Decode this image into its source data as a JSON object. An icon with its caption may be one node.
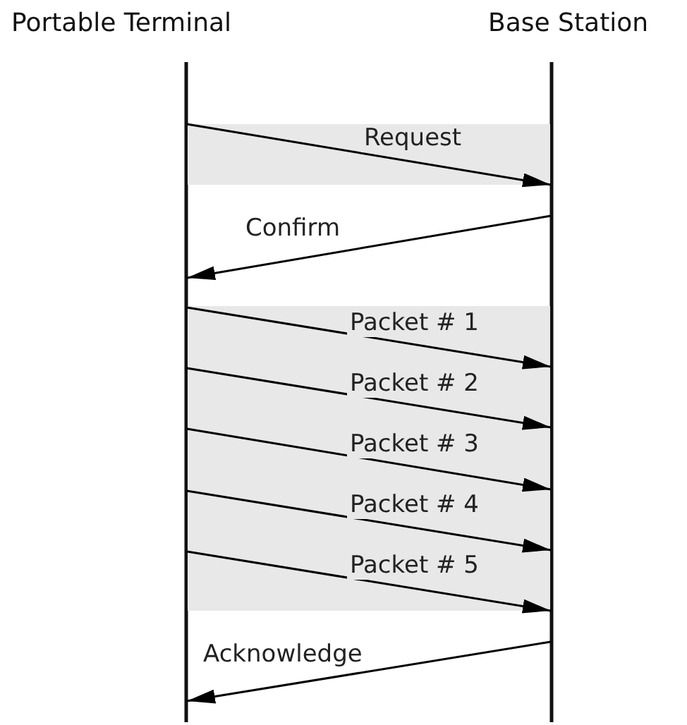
{
  "diagram": {
    "nodes": [
      {
        "text": [
          "Portable Terminal"
        ]
      },
      {
        "text": [
          "Base Station"
        ]
      }
    ],
    "edges": [
      {
        "from": 0,
        "to": 1,
        "arrow": "to",
        "label": "Request"
      },
      {
        "from": 1,
        "to": 0,
        "arrow": "to",
        "label": "Confirm"
      },
      {
        "from": 0,
        "to": 1,
        "arrow": "to",
        "label": "Packet # 1"
      },
      {
        "from": 0,
        "to": 1,
        "arrow": "to",
        "label": "Packet # 2"
      },
      {
        "from": 0,
        "to": 1,
        "arrow": "to",
        "label": "Packet # 3"
      },
      {
        "from": 0,
        "to": 1,
        "arrow": "to",
        "label": "Packet # 4"
      },
      {
        "from": 0,
        "to": 1,
        "arrow": "to",
        "label": "Packet # 5"
      },
      {
        "from": 1,
        "to": 0,
        "arrow": "to",
        "label": "Acknowledge"
      }
    ]
  }
}
